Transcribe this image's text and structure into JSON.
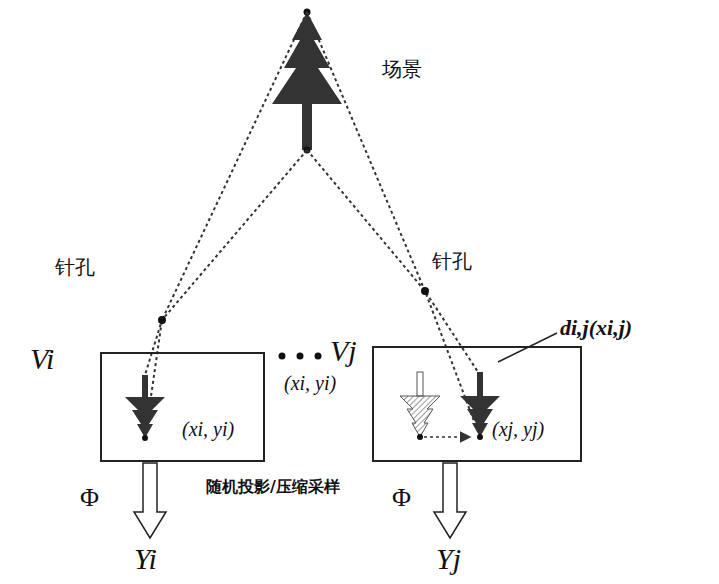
{
  "diagram": {
    "nodes": [
      {
        "text": [
          "Vi",
          "(xi, yi)"
        ]
      },
      {
        "text": [
          "Vj",
          "(xi, yi)",
          "(xj, yj)"
        ]
      }
    ],
    "labels": [
      "场景",
      "针孔",
      "针孔",
      "随机投影/压缩采样",
      "Φ",
      "Φ",
      "Yi",
      "Yj",
      "di,j(xi,j)"
    ]
  }
}
